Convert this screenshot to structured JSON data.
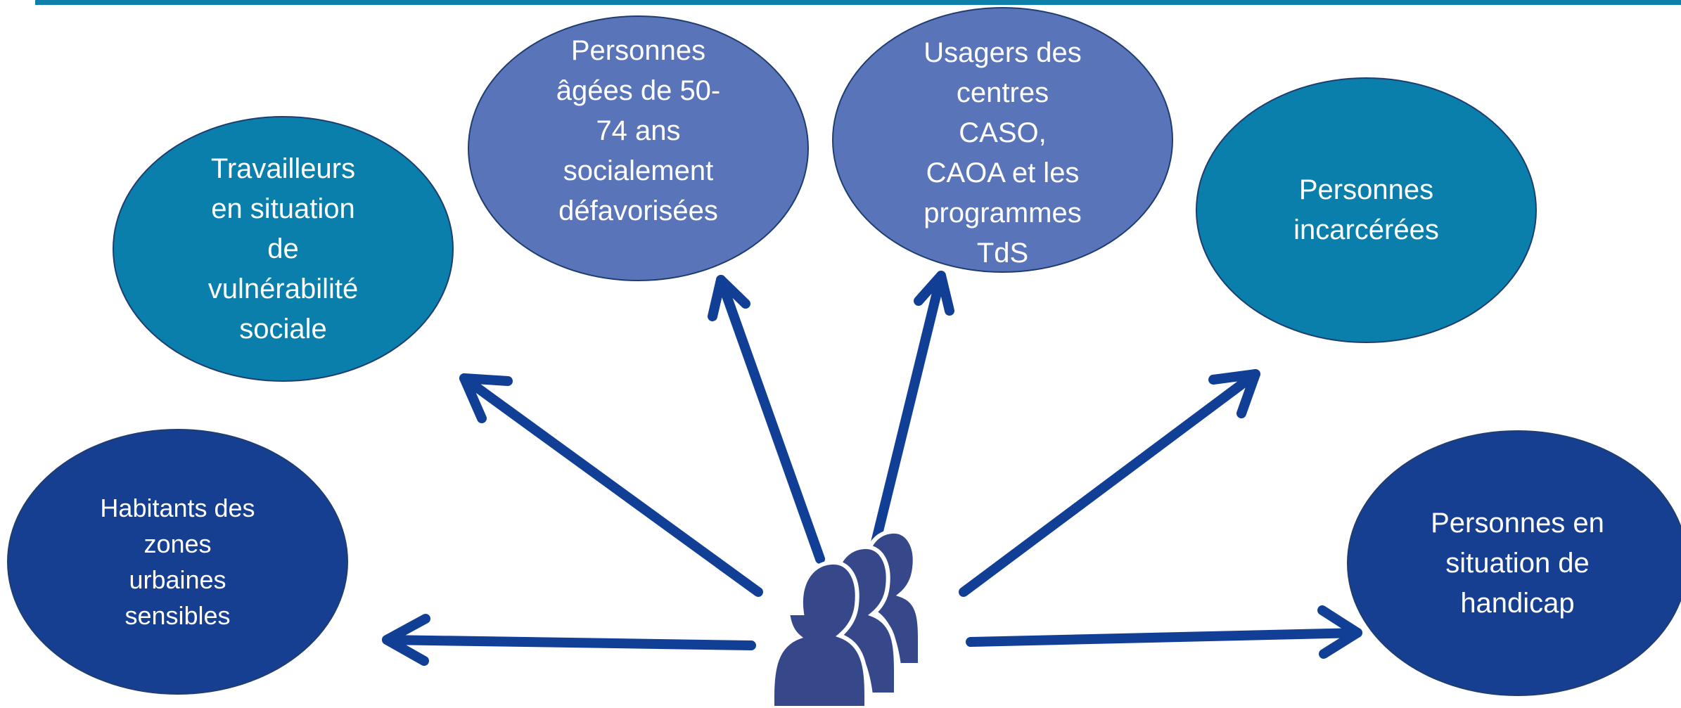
{
  "colors": {
    "teal": "#0a7fac",
    "slate": "#5a74b9",
    "navy": "#163f91",
    "arrow": "#123f96",
    "rule": "#0e7fa8",
    "icon": "#36478a"
  },
  "center_icon": "group-people-icon",
  "groups": {
    "habitants": "Habitants des\nzones\nurbaines\nsensibles",
    "travailleurs": "Travailleurs\nen situation\nde\nvulnérabilité\nsociale",
    "personnes_agees": "Personnes\nâgées de 50-\n74 ans\nsocialement\ndéfavorisées",
    "usagers": "Usagers des\ncentres\nCASO,\nCAOA et les\nprogrammes\nTdS",
    "incarcerees": "Personnes\nincarcérées",
    "handicap": "Personnes en\nsituation de\nhandicap"
  }
}
